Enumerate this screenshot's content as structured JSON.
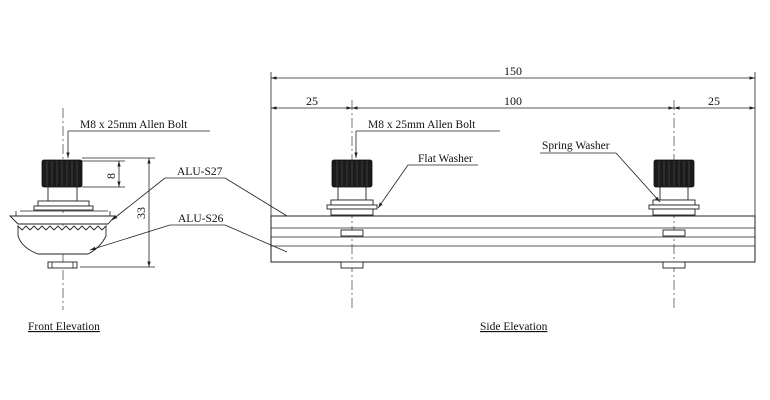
{
  "dimensions": {
    "overall": "150",
    "left_offset": "25",
    "bolt_spacing": "100",
    "right_offset": "25",
    "bolt_head_height": "8",
    "total_height": "33"
  },
  "labels": {
    "bolt_front": "M8 x 25mm  Allen Bolt",
    "bolt_side": "M8 x 25mm  Allen Bolt",
    "profile_top": "ALU-S27",
    "profile_bottom": "ALU-S26",
    "flat_washer": "Flat Washer",
    "spring_washer": "Spring Washer"
  },
  "views": {
    "front": "Front Elevation",
    "side": "Side Elevation"
  }
}
